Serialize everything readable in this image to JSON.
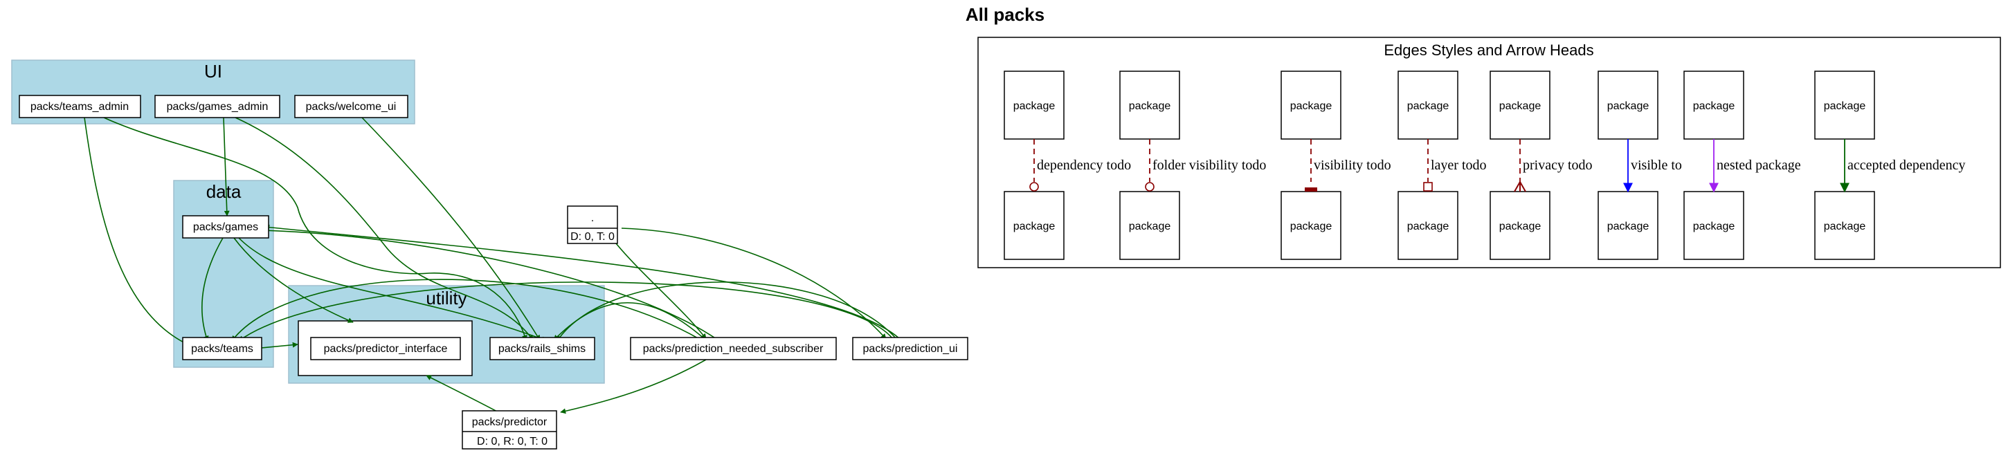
{
  "title": "All packs",
  "colors": {
    "cluster_fill": "#add8e6",
    "cluster_stroke": "#9fbfcf",
    "dependency": "#006400",
    "todo": "#8b0000",
    "visible": "#0000ff",
    "nested": "#a020f0"
  },
  "clusters": {
    "ui": "UI",
    "data": "data",
    "utility": "utility"
  },
  "nodes": {
    "teams_admin": "packs/teams_admin",
    "games_admin": "packs/games_admin",
    "welcome_ui": "packs/welcome_ui",
    "games": "packs/games",
    "teams": "packs/teams",
    "predictor_interface": "packs/predictor_interface",
    "rails_shims": "packs/rails_shims",
    "root_name": ".",
    "root_stats": "D: 0, T: 0",
    "prediction_needed_subscriber": "packs/prediction_needed_subscriber",
    "prediction_ui": "packs/prediction_ui",
    "predictor_name": "packs/predictor",
    "predictor_stats": "D: 0, R: 0, T: 0"
  },
  "legend": {
    "title": "Edges Styles and Arrow Heads",
    "package_label": "package",
    "edges": [
      {
        "label": "dependency todo",
        "style": "dashed",
        "color": "#8b0000",
        "head": "odot"
      },
      {
        "label": "folder visibility todo",
        "style": "dashed",
        "color": "#8b0000",
        "head": "odot"
      },
      {
        "label": "visibility todo",
        "style": "dashed",
        "color": "#8b0000",
        "head": "tee"
      },
      {
        "label": "layer todo",
        "style": "dashed",
        "color": "#8b0000",
        "head": "obox"
      },
      {
        "label": "privacy todo",
        "style": "dashed",
        "color": "#8b0000",
        "head": "crow"
      },
      {
        "label": "visible to",
        "style": "solid",
        "color": "#0000ff",
        "head": "normal"
      },
      {
        "label": "nested package",
        "style": "solid",
        "color": "#a020f0",
        "head": "normal"
      },
      {
        "label": "accepted dependency",
        "style": "solid",
        "color": "#006400",
        "head": "normal"
      }
    ]
  }
}
